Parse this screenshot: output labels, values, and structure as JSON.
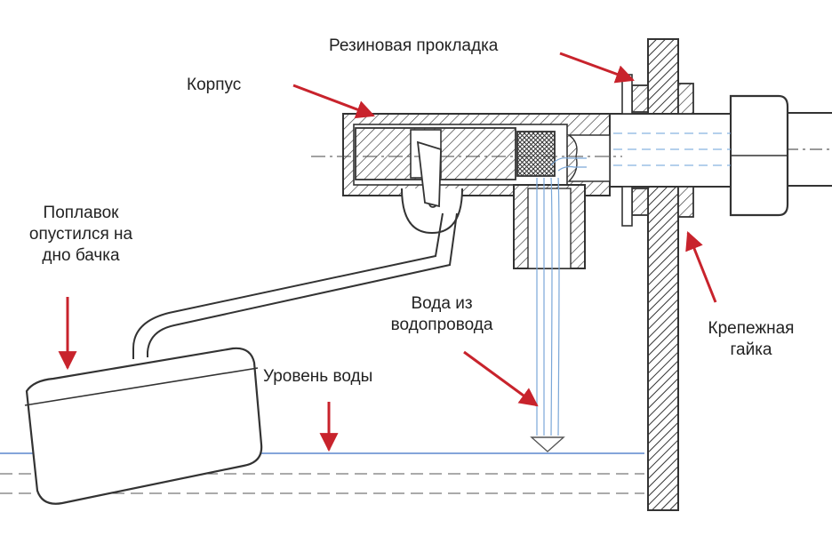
{
  "labels": {
    "gasket": "Резиновая прокладка",
    "body": "Корпус",
    "float": "Поплавок\nопустился на\nдно бачка",
    "water_supply": "Вода из\nводопровода",
    "nut": "Крепежная\nгайка",
    "water_level": "Уровень воды"
  },
  "colors": {
    "line": "#333333",
    "arrow": "#c8232c",
    "water": "#7aa7d8",
    "level": "#3a6fc4"
  }
}
